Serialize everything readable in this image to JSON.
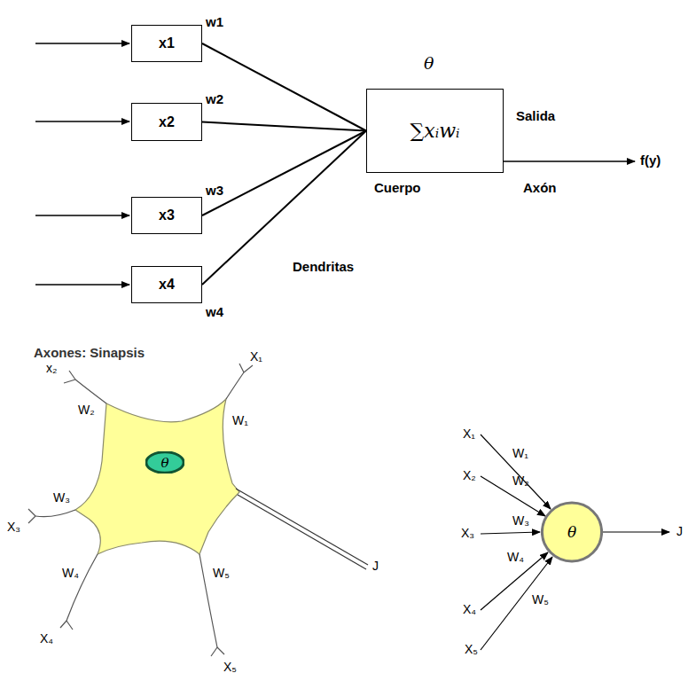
{
  "diagram": {
    "nodes": [
      {
        "text": [
          "x1"
        ]
      },
      {
        "text": [
          "x2"
        ]
      },
      {
        "text": [
          "x3"
        ]
      },
      {
        "text": [
          "x4"
        ]
      },
      {
        "text": [
          "∑xᵢwᵢ"
        ]
      },
      {
        "text": [
          "θ"
        ]
      },
      {
        "text": [
          "θ"
        ]
      }
    ],
    "edges": [
      {
        "from": 0,
        "to": 4,
        "arrow": "none"
      },
      {
        "from": 1,
        "to": 4,
        "arrow": "none"
      },
      {
        "from": 2,
        "to": 4,
        "arrow": "none"
      },
      {
        "from": 3,
        "to": 4,
        "arrow": "none"
      }
    ],
    "labels": [
      "θ",
      "w1",
      "w2",
      "w3",
      "w4",
      "Salida",
      "f(y)",
      "Cuerpo",
      "Axón",
      "Dendritas",
      "Axones: Sinapsis",
      "x₂",
      "W₂",
      "X₁",
      "W₁",
      "X₃",
      "W₃",
      "W₄",
      "X₄",
      "W₅",
      "X₅",
      "J",
      "X₁",
      "W₁",
      "X₂",
      "W₂",
      "X₃",
      "W₃",
      "W₄",
      "X₄",
      "W₅",
      "X₅",
      "J"
    ]
  }
}
